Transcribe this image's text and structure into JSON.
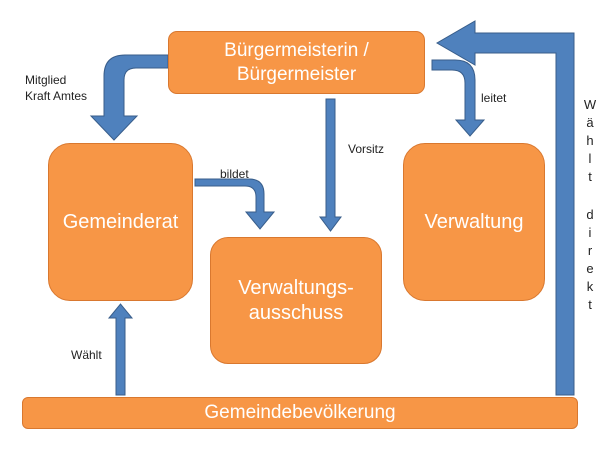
{
  "nodes": {
    "mayor": {
      "line1": "Bürgermeisterin /",
      "line2": "Bürgermeister"
    },
    "council": {
      "label": "Gemeinderat"
    },
    "committee": {
      "line1": "Verwaltungs-",
      "line2": "ausschuss"
    },
    "administration": {
      "label": "Verwaltung"
    },
    "population": {
      "label": "Gemeindebevölkerung"
    }
  },
  "edges": {
    "member_ex_officio": {
      "line1": "Mitglied",
      "line2": "Kraft Amtes"
    },
    "forms": "bildet",
    "chairs": "Vorsitz",
    "leads": "leitet",
    "elects": "Wählt",
    "elects_directly": [
      "W",
      "ä",
      "h",
      "l",
      "t",
      "",
      "d",
      "i",
      "r",
      "e",
      "k",
      "t"
    ]
  },
  "colors": {
    "box": "#f79646",
    "arrow": "#4f81bd",
    "arrow_border": "#385d8a"
  }
}
